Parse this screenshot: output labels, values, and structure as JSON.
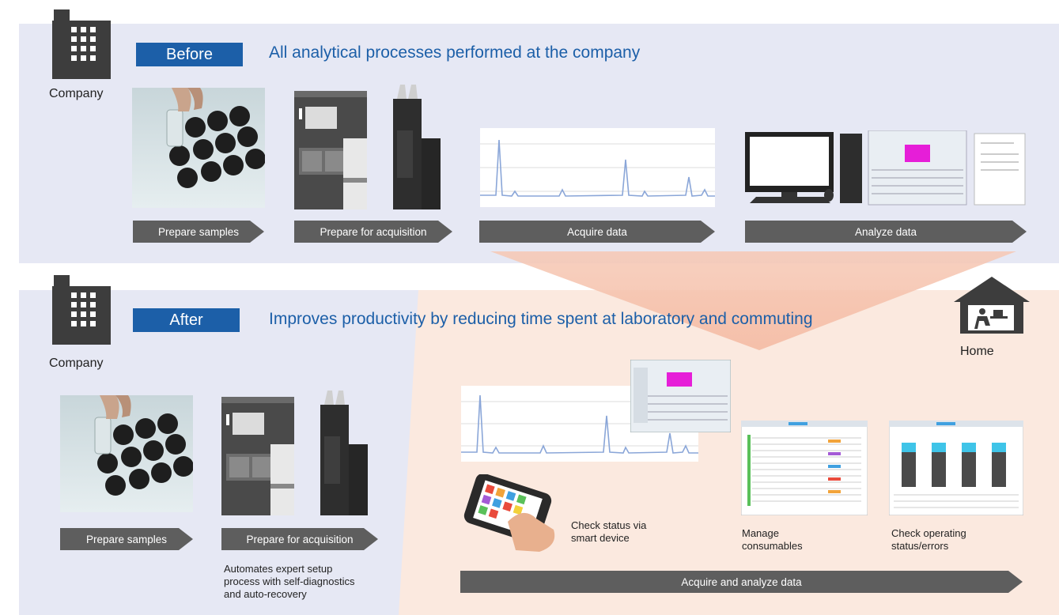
{
  "before": {
    "badge": "Before",
    "headline": "All analytical processes performed at the company",
    "location_label": "Company",
    "steps": [
      "Prepare samples",
      "Prepare for acquisition",
      "Acquire data",
      "Analyze data"
    ]
  },
  "after": {
    "badge": "After",
    "headline": "Improves productivity by reducing time spent at laboratory and commuting",
    "location_label": "Company",
    "home_label": "Home",
    "steps": [
      "Prepare samples",
      "Prepare for acquisition"
    ],
    "automation_note": [
      "Automates expert setup",
      "process with self-diagnostics",
      "and auto-recovery"
    ],
    "remote_step": "Acquire and analyze data",
    "features": {
      "smart_device": [
        "Check status via",
        "smart device"
      ],
      "consumables": [
        "Manage",
        "consumables"
      ],
      "operating": [
        "Check operating",
        "status/errors"
      ]
    }
  },
  "colors": {
    "badge": "#1c5fa8",
    "panel": "#e6e8f4",
    "home_region": "#fbe9df",
    "arrow": "#5e5e5e",
    "funnel": "#f5c4ad",
    "chromatogram": "#8aa6d8"
  }
}
